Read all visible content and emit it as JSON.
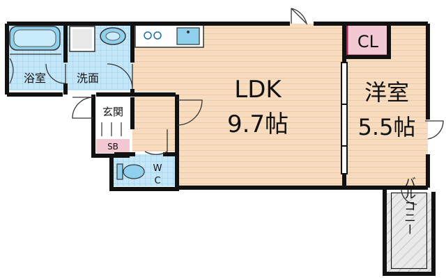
{
  "rooms": {
    "bath": "浴室",
    "washroom": "洗面",
    "entrance": "玄関",
    "shoe_box": "SB",
    "toilet_w": "W",
    "toilet_c": "C",
    "ldk_name": "LDK",
    "ldk_size": "9.7帖",
    "western_name": "洋室",
    "western_size": "5.5帖",
    "closet": "CL",
    "balcony": "バルコニー"
  },
  "colors": {
    "wall": "#111111",
    "floor_wood": "#f8dcc0",
    "floor_line": "#ebc9a4",
    "wet_area": "#c5e6f7",
    "fixture": "#8fd0ec",
    "closet_fill": "#f2c8d3",
    "closet_border": "#c0205a",
    "balcony_fill": "#d9d9d9"
  }
}
